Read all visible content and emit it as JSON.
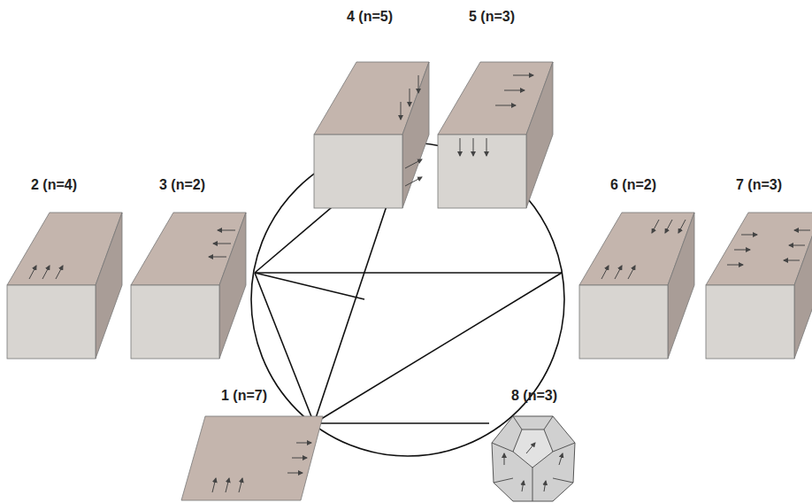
{
  "diagram": {
    "labels": [
      "4 (n=5)",
      "5 (n=3)",
      "2 (n=4)",
      "3 (n=2)",
      "6 (n=2)",
      "7 (n=3)",
      "1 (n=7)",
      "8 (n=3)"
    ]
  }
}
